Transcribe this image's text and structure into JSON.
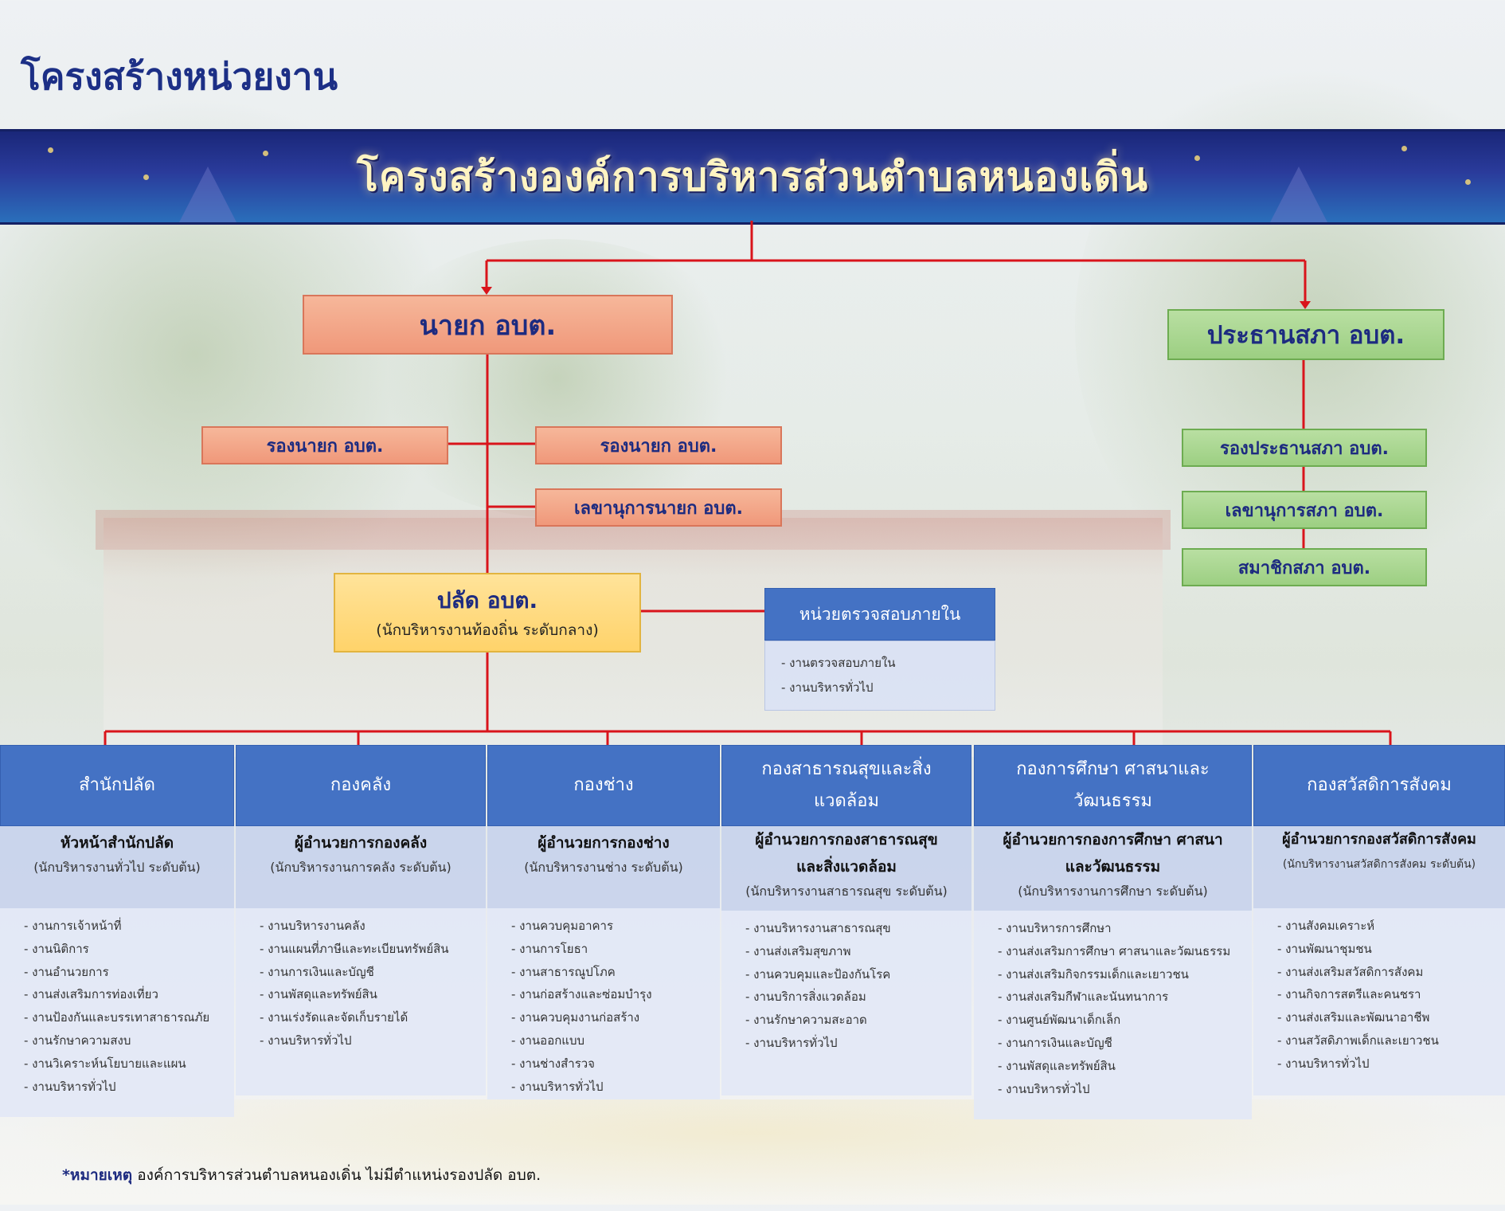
{
  "page_title": "โครงสร้างหน่วยงาน",
  "banner_title": "โครงสร้างองค์การบริหารส่วนตำบลหนองเดิ่น",
  "mayor": "นายก อบต.",
  "council_chair": "ประธานสภา อบต.",
  "deputy_mayor_left": "รองนายก อบต.",
  "deputy_mayor_right": "รองนายก อบต.",
  "mayor_secretary": "เลขานุการนายก อบต.",
  "deputy_council_chair": "รองประธานสภา อบต.",
  "council_secretary": "เลขานุการสภา อบต.",
  "council_members": "สมาชิกสภา อบต.",
  "palad": {
    "title": "ปลัด อบต.",
    "subtitle": "(นักบริหารงานท้องถิ่น  ระดับกลาง)"
  },
  "audit_unit": {
    "title": "หน่วยตรวจสอบภายใน",
    "tasks": [
      "- งานตรวจสอบภายใน",
      "- งานบริหารทั่วไป"
    ]
  },
  "departments": [
    {
      "name": "สำนักปลัด",
      "head": "หัวหน้าสำนักปลัด",
      "level": "(นักบริหารงานทั่วไป ระดับต้น)",
      "tasks": [
        "- งานการเจ้าหน้าที่",
        "- งานนิติการ",
        "- งานอำนวยการ",
        "- งานส่งเสริมการท่องเที่ยว",
        "- งานป้องกันและบรรเทาสาธารณภัย",
        "- งานรักษาความสงบ",
        "- งานวิเคราะห์นโยบายและแผน",
        "- งานบริหารทั่วไป"
      ]
    },
    {
      "name": "กองคลัง",
      "head": "ผู้อำนวยการกองคลัง",
      "level": "(นักบริหารงานการคลัง ระดับต้น)",
      "tasks": [
        "- งานบริหารงานคลัง",
        "- งานแผนที่ภาษีและทะเบียนทรัพย์สิน",
        "- งานการเงินและบัญชี",
        "- งานพัสดุและทรัพย์สิน",
        "- งานเร่งรัดและจัดเก็บรายได้",
        "- งานบริหารทั่วไป"
      ]
    },
    {
      "name": "กองช่าง",
      "head": "ผู้อำนวยการกองช่าง",
      "level": "(นักบริหารงานช่าง ระดับต้น)",
      "tasks": [
        "- งานควบคุมอาคาร",
        "- งานการโยธา",
        "- งานสาธารณูปโภค",
        "- งานก่อสร้างและซ่อมบำรุง",
        "- งานควบคุมงานก่อสร้าง",
        "- งานออกแบบ",
        "- งานช่างสำรวจ",
        "- งานบริหารทั่วไป"
      ]
    },
    {
      "name": "กองสาธารณสุขและสิ่งแวดล้อม",
      "head": "ผู้อำนวยการกองสาธารณสุขและสิ่งแวดล้อม",
      "level": "(นักบริหารงานสาธารณสุข  ระดับต้น)",
      "tasks": [
        "- งานบริหารงานสาธารณสุข",
        "- งานส่งเสริมสุขภาพ",
        "- งานควบคุมและป้องกันโรค",
        "- งานบริการสิ่งแวดล้อม",
        "- งานรักษาความสะอาด",
        "- งานบริหารทั่วไป"
      ]
    },
    {
      "name": "กองการศึกษา ศาสนาและวัฒนธรรม",
      "head": "ผู้อำนวยการกองการศึกษา ศาสนาและวัฒนธรรม",
      "level": "(นักบริหารงานการศึกษา ระดับต้น)",
      "tasks": [
        "- งานบริหารการศึกษา",
        "- งานส่งเสริมการศึกษา ศาสนาและวัฒนธรรม",
        "- งานส่งเสริมกิจกรรมเด็กและเยาวชน",
        "- งานส่งเสริมกีฬาและนันทนาการ",
        "- งานศูนย์พัฒนาเด็กเล็ก",
        "- งานการเงินและบัญชี",
        "- งานพัสดุและทรัพย์สิน",
        "- งานบริหารทั่วไป"
      ]
    },
    {
      "name": "กองสวัสดิการสังคม",
      "head": "ผู้อำนวยการกองสวัสดิการสังคม",
      "level": "(นักบริหารงานสวัสดิการสังคม ระดับต้น)",
      "tasks": [
        "- งานสังคมเคราะห์",
        "- งานพัฒนาชุมชน",
        "- งานส่งเสริมสวัสดิการสังคม",
        "- งานกิจการสตรีและคนชรา",
        "- งานส่งเสริมและพัฒนาอาชีพ",
        "- งานสวัสดิภาพเด็กและเยาวชน",
        "- งานบริหารทั่วไป"
      ]
    }
  ],
  "note_label": "*หมายเหตุ",
  "note_text": "  องค์การบริหารส่วนตำบลหนองเดิ่น ไม่มีตำแหน่งรองปลัด อบต.",
  "colors": {
    "dept_header": "#4472c4",
    "line": "#d9141b",
    "title": "#1c2f86"
  }
}
